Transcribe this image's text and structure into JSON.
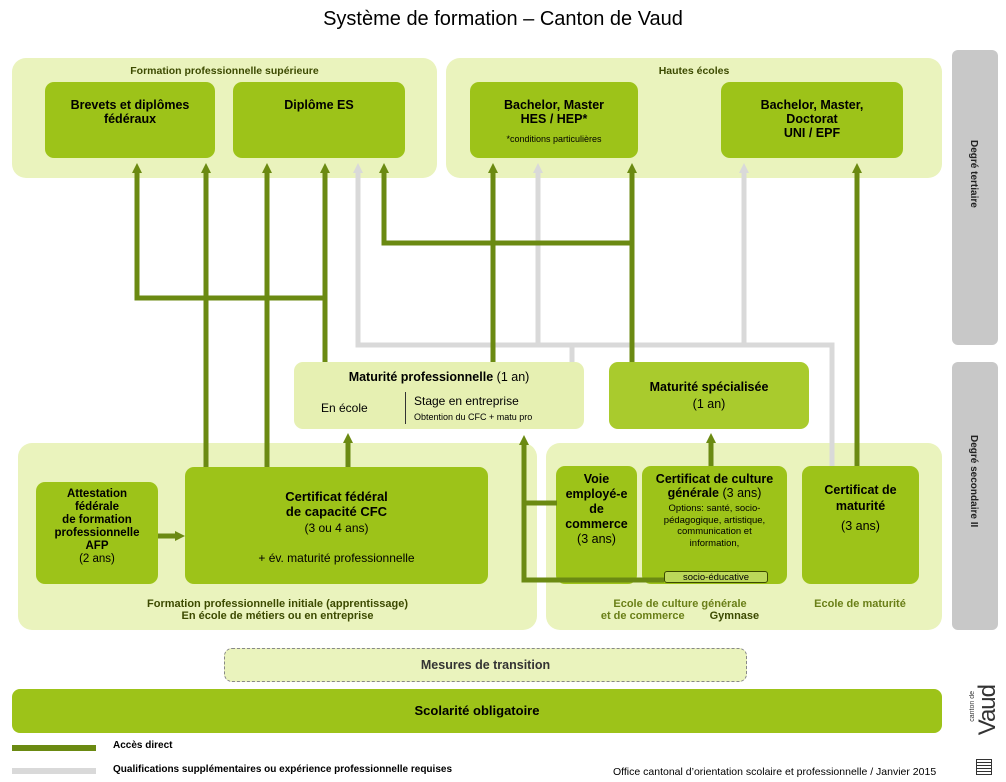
{
  "title": "Système de formation – Canton de Vaud",
  "side": {
    "tertiaire": "Degré tertiaire",
    "secondaire": "Degré secondaire II"
  },
  "tertiary": {
    "fps_title": "Formation professionnelle supérieure",
    "brevets": "Brevets et diplômes fédéraux",
    "diplome_es": "Diplôme ES",
    "hautes_title": "Hautes écoles",
    "hes_l1": "Bachelor, Master",
    "hes_l2": "HES / HEP*",
    "hes_note": "*conditions particulières",
    "uni_l1": "Bachelor, Master,",
    "uni_l2": "Doctorat",
    "uni_l3": "UNI / EPF"
  },
  "mp": {
    "title": "Maturité professionnelle",
    "duration": "(1 an)",
    "en_ecole": "En école",
    "stage": "Stage en entreprise",
    "obtention": "Obtention du CFC + matu pro"
  },
  "ms": {
    "title": "Maturité spécialisée",
    "duration": "(1 an)"
  },
  "fpi": {
    "afp_l1": "Attestation",
    "afp_l2": "fédérale",
    "afp_l3": "de formation",
    "afp_l4": "professionnelle",
    "afp_l5": "AFP",
    "afp_dur": "(2 ans)",
    "cfc_l1": "Certificat fédéral",
    "cfc_l2": "de capacité CFC",
    "cfc_dur": "(3 ou 4 ans)",
    "cfc_extra": "+ év. maturité professionnelle",
    "title_l1": "Formation professionnelle initiale (apprentissage)",
    "title_l2": "En école de métiers ou en entreprise"
  },
  "gym": {
    "voie_l1": "Voie",
    "voie_l2": "employé-e",
    "voie_l3": "de",
    "voie_l4": "commerce",
    "voie_dur": "(3 ans)",
    "ccg_l1": "Certificat de culture",
    "ccg_l2": "générale",
    "ccg_dur": "(3 ans)",
    "ccg_o1": "Options: santé, socio-",
    "ccg_o2": "pédagogique, artistique,",
    "ccg_o3": "communication et",
    "ccg_o4": "information,",
    "ccg_o5": "socio-éducative",
    "cm_l1": "Certificat de",
    "cm_l2": "maturité",
    "cm_dur": "(3 ans)",
    "ecg_l1": "Ecole de culture générale",
    "ecg_l2": "et de commerce",
    "gymnase": "Gymnase",
    "ecole_maturite": "Ecole de maturité"
  },
  "transition": "Mesures de transition",
  "scolarite": "Scolarité obligatoire",
  "legend": {
    "direct": "Accès direct",
    "qualif": "Qualifications supplémentaires ou expérience professionnelle requises",
    "direct_color": "#6b8a12",
    "qualif_color": "#d9d9d9"
  },
  "footer": "Office cantonal d’orientation scolaire et professionnelle / Janvier 2015",
  "logo": {
    "small": "canton de",
    "big": "Vaud"
  }
}
